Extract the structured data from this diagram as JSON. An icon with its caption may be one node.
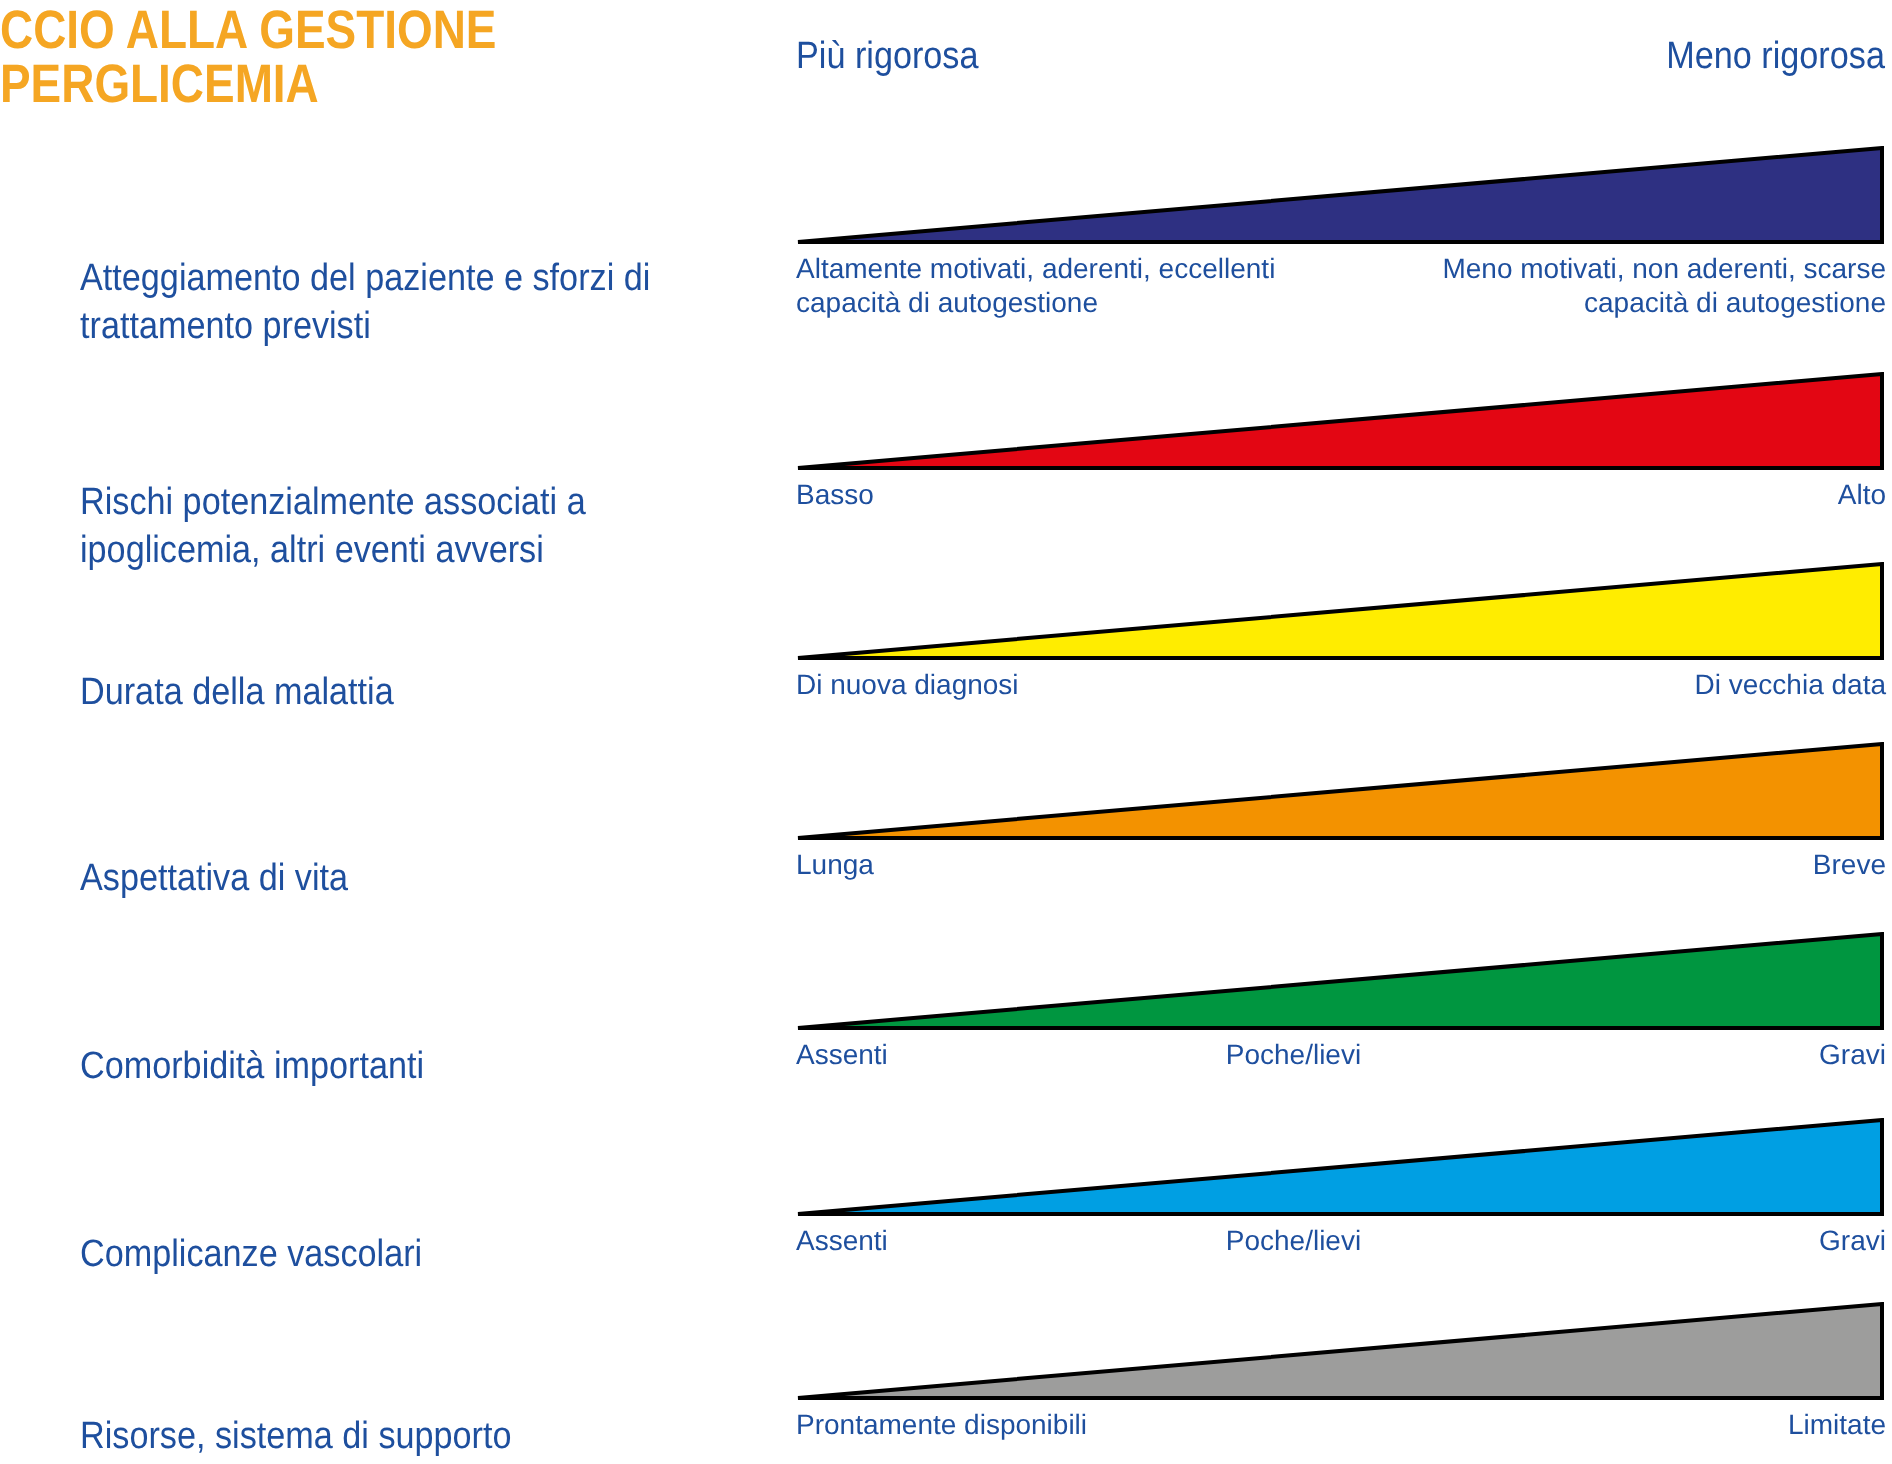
{
  "diagram": {
    "title": "CCIO ALLA GESTIONE PERGLICEMIA",
    "nodes": [
      {
        "text": [],
        "shape": "wedge",
        "beside": [
          "Altamente motivati, aderenti, eccellenti capacità di autogestione",
          "Meno motivati, non aderenti, scarse capacità di autogestione"
        ]
      },
      {
        "text": [],
        "shape": "wedge",
        "beside": [
          "Basso",
          "Alto"
        ]
      },
      {
        "text": [],
        "shape": "wedge",
        "beside": [
          "Di nuova diagnosi",
          "Di vecchia data"
        ]
      },
      {
        "text": [],
        "shape": "wedge",
        "beside": [
          "Lunga",
          "Breve"
        ]
      },
      {
        "text": [],
        "shape": "wedge",
        "beside": [
          "Assenti",
          "Poche/lievi",
          "Gravi"
        ]
      },
      {
        "text": [],
        "shape": "wedge",
        "beside": [
          "Assenti",
          "Poche/lievi",
          "Gravi"
        ]
      },
      {
        "text": [],
        "shape": "wedge",
        "beside": [
          "Prontamente disponibili",
          "Limitate"
        ]
      }
    ],
    "edges": [],
    "labels": [
      "Più rigorosa",
      "Meno rigorosa",
      "Atteggiamento del paziente e sforzi di trattamento previsti",
      "Rischi potenzialmente associati a ipoglicemia, altri eventi avversi",
      "Durata della malattia",
      "Aspettativa di vita",
      "Comorbidità importanti",
      "Complicanze vascolari",
      "Risorse, sistema di supporto"
    ]
  }
}
